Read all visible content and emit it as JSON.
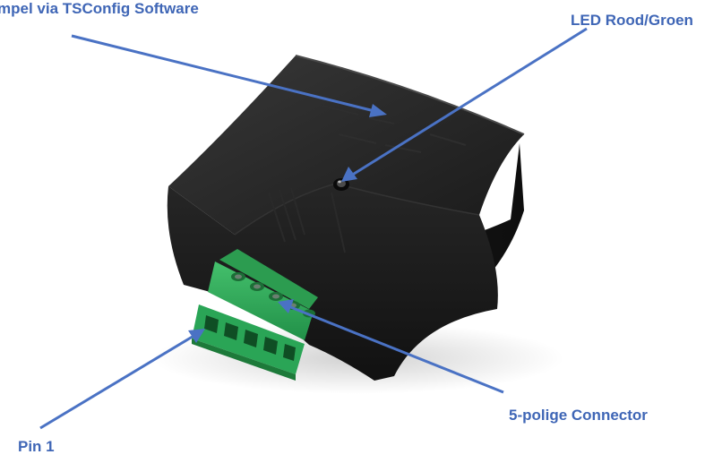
{
  "callouts": {
    "top_left": "mpel via TSConfig Software",
    "led": "LED Rood/Groen",
    "connector": "5-polige Connector",
    "pin1": "Pin 1"
  },
  "colors": {
    "callout": "#3f66b6",
    "arrow": "#4a72c4",
    "device_body": "#1c1c1c",
    "device_highlight": "#3a3a3a",
    "terminal_block": "#2faa58",
    "terminal_dark": "#1f7e3e",
    "background": "#ffffff"
  },
  "device": {
    "icon": "sensor-module-photo",
    "terminal_positions": 5
  }
}
